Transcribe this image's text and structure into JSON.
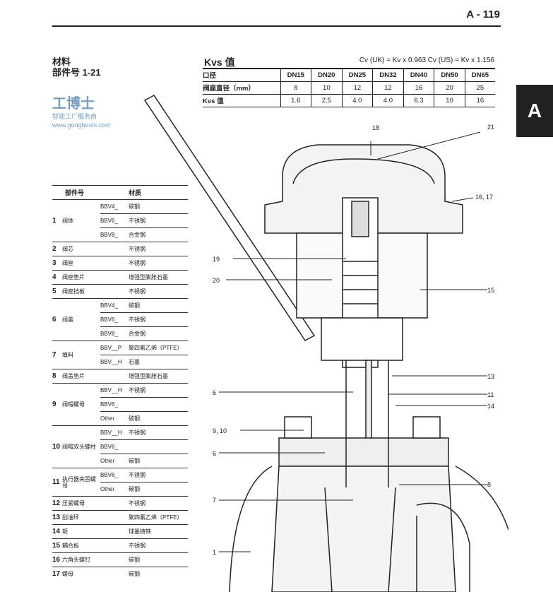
{
  "page_number": "A - 119",
  "section_tab": "A",
  "materials": {
    "title": "材料",
    "subtitle": "部件号 1-21"
  },
  "kvs": {
    "title": "Kvs 值",
    "formula": "Cv (UK) = Kv x 0.963 Cv (US) = Kv x 1.156",
    "rows": [
      [
        "口径",
        "DN15",
        "DN20",
        "DN25",
        "DN32",
        "DN40",
        "DN50",
        "DN65"
      ],
      [
        "阀座直径（mm）",
        "8",
        "10",
        "12",
        "12",
        "16",
        "20",
        "25"
      ],
      [
        "Kvs 值",
        "1.6",
        "2.5",
        "4.0",
        "4.0",
        "6.3",
        "10",
        "16"
      ]
    ]
  },
  "parts": {
    "headers": [
      "部件号",
      "材质"
    ],
    "rows": [
      [
        "1",
        "阀体",
        "BBV4_",
        "碳钢"
      ],
      [
        "",
        "",
        "BBV6_",
        "不锈钢"
      ],
      [
        "",
        "",
        "BBV8_",
        "合金钢"
      ],
      [
        "2",
        "阀芯",
        "",
        "不锈钢"
      ],
      [
        "3",
        "阀座",
        "",
        "不锈钢"
      ],
      [
        "4",
        "阀座垫片",
        "",
        "增强型膨胀石墨"
      ],
      [
        "5",
        "阀座挡板",
        "",
        "不锈钢"
      ],
      [
        "6",
        "阀盖",
        "BBV4_",
        "碳钢"
      ],
      [
        "",
        "",
        "BBV6_",
        "不锈钢"
      ],
      [
        "",
        "",
        "BBV8_",
        "合金钢"
      ],
      [
        "7",
        "填料",
        "BBV__P",
        "聚四氟乙烯（PTFE）"
      ],
      [
        "",
        "",
        "BBV__H",
        "石墨"
      ],
      [
        "8",
        "阀盖垫片",
        "",
        "增强型膨胀石墨"
      ],
      [
        "9",
        "阀帽螺母",
        "BBV__H",
        "不锈钢"
      ],
      [
        "",
        "",
        "BBV6_",
        ""
      ],
      [
        "",
        "",
        "Other",
        "碳钢"
      ],
      [
        "10",
        "阀帽双头螺柱",
        "BBV__H",
        "不锈钢"
      ],
      [
        "",
        "",
        "BBV6_",
        ""
      ],
      [
        "",
        "",
        "Other",
        "碳钢"
      ],
      [
        "11",
        "执行器夹固螺母",
        "BBV6_",
        "不锈钢"
      ],
      [
        "",
        "",
        "Other",
        "碳钢"
      ],
      [
        "12",
        "压紧螺母",
        "",
        "不锈钢"
      ],
      [
        "13",
        "刮油环",
        "",
        "聚四氟乙烯（PTFE）"
      ],
      [
        "14",
        "轭",
        "",
        "球墨铸铁"
      ],
      [
        "15",
        "耦合板",
        "",
        "不锈钢"
      ],
      [
        "16",
        "六角头螺钉",
        "",
        "碳钢"
      ],
      [
        "17",
        "螺母",
        "",
        "碳钢"
      ]
    ]
  },
  "callouts": [
    "18",
    "21",
    "16, 17",
    "19",
    "20",
    "15",
    "13",
    "6",
    "11",
    "14",
    "9, 10",
    "6",
    "8",
    "7",
    "1"
  ],
  "watermark": {
    "brand": "工博士",
    "tagline": "智能工厂服务商",
    "url": "www.gongboshi.com"
  }
}
